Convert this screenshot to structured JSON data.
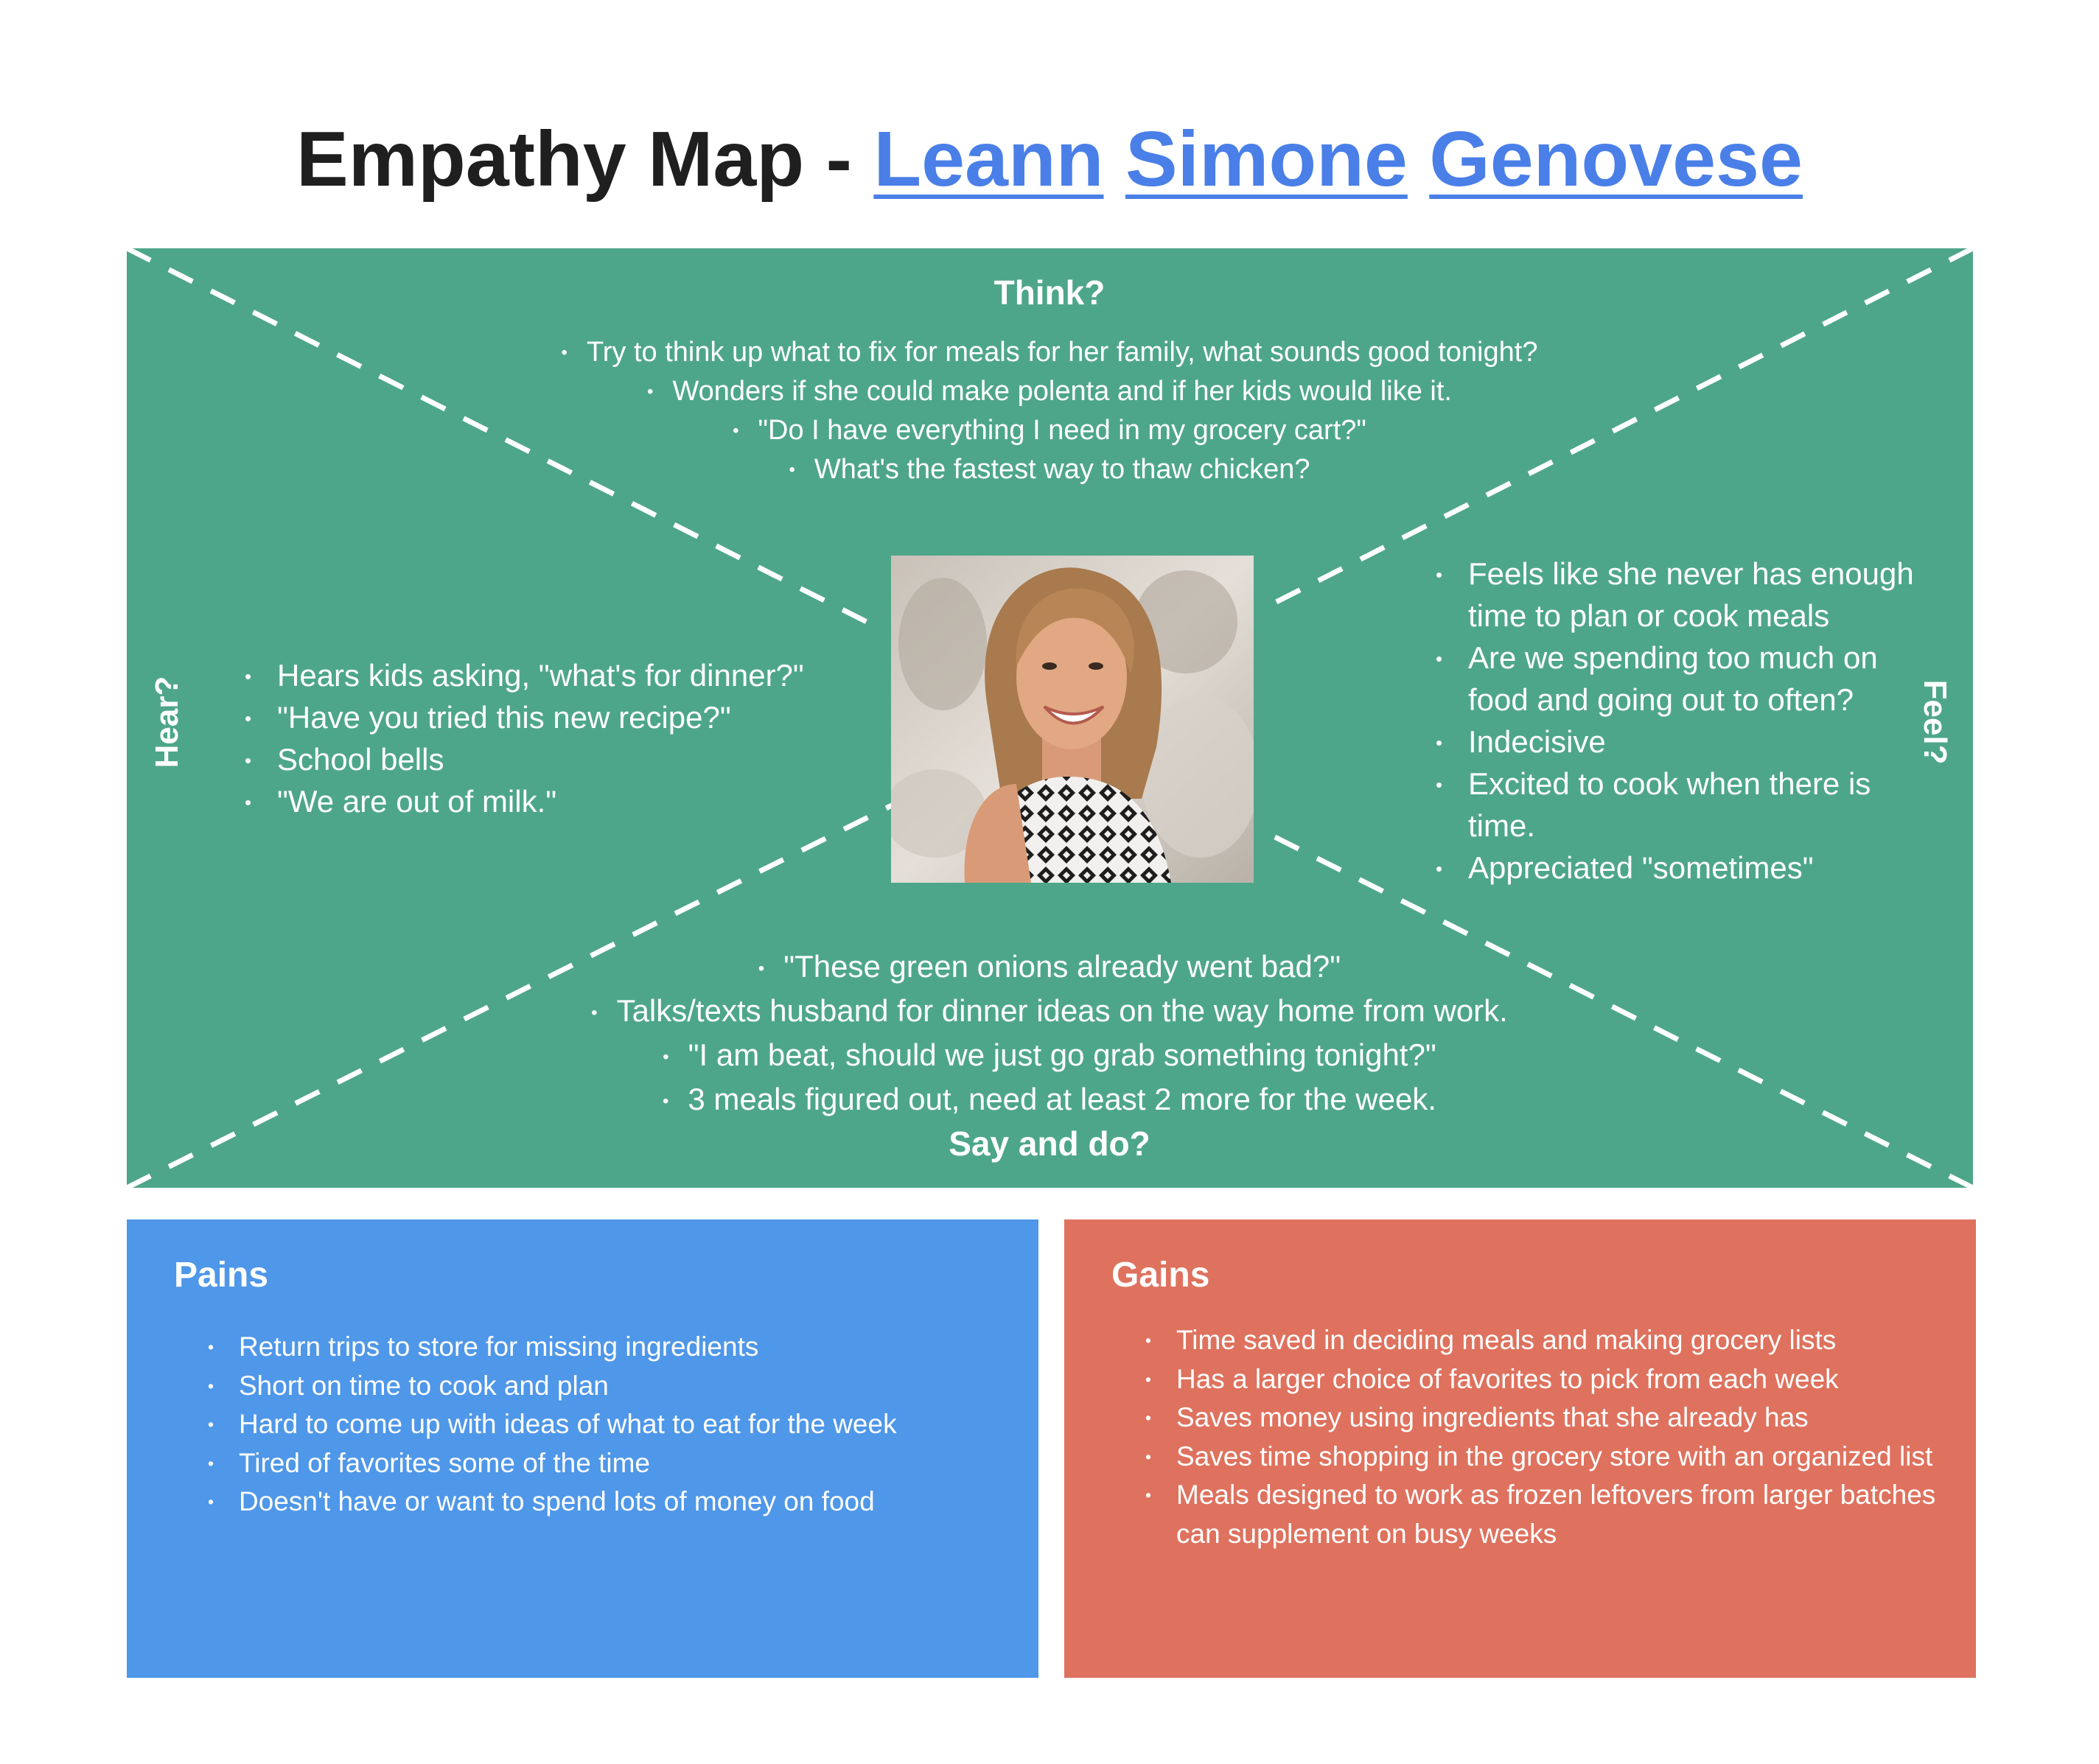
{
  "title": {
    "prefix": "Empathy Map - ",
    "name_parts": [
      "Leann",
      "Simone",
      "Genovese"
    ]
  },
  "colors": {
    "empathy_panel": "#4ea68a",
    "pains": "#4f97e8",
    "gains": "#de725e",
    "title_link": "#4a7fe8"
  },
  "think": {
    "heading": "Think?",
    "items": [
      "Try to think up what to fix for meals for her family, what sounds good tonight?",
      "Wonders if she could make polenta and if her kids would like it.",
      "\"Do I have everything I need in my grocery cart?\"",
      "What's the fastest way to thaw chicken?"
    ]
  },
  "hear": {
    "heading": "Hear?",
    "items": [
      "Hears kids asking, \"what's for dinner?\"",
      "\"Have you tried this new recipe?\"",
      "School bells",
      "\"We are out of milk.\""
    ]
  },
  "feel": {
    "heading": "Feel?",
    "items": [
      "Feels like she never has enough time to plan or cook meals",
      "Are we spending too much on food and going out to often?",
      "Indecisive",
      "Excited to cook when there is time.",
      "Appreciated \"sometimes\""
    ]
  },
  "say_do": {
    "heading": "Say and do?",
    "items": [
      "\"These green onions already went bad?\"",
      "Talks/texts husband for dinner ideas on the way home from work.",
      "\"I am beat, should we just go grab something tonight?\"",
      "3 meals figured out, need at least 2 more for the week."
    ]
  },
  "pains": {
    "heading": "Pains",
    "items": [
      "Return trips to store for missing ingredients",
      "Short on time to cook and plan",
      "Hard to come up with ideas of what to eat for the week",
      "Tired of favorites some of the time",
      "Doesn't have or want to spend lots of money on food"
    ]
  },
  "gains": {
    "heading": "Gains",
    "items": [
      "Time saved in deciding meals and making grocery lists",
      "Has a larger choice of favorites to pick from each week",
      "Saves money using ingredients that she already has",
      "Saves time shopping in the grocery store with an organized list",
      "Meals designed to work as frozen leftovers from larger batches can supplement on busy weeks"
    ]
  }
}
